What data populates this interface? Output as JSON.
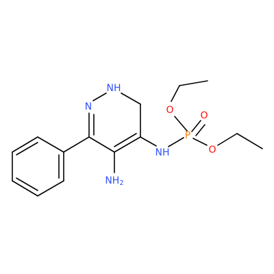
{
  "molecule": {
    "colors": {
      "carbon": "#000000",
      "nitrogen": "#3050F8",
      "oxygen": "#FF0D0D",
      "phosphorus": "#FF8000"
    },
    "atoms": {
      "nh_ring": {
        "text": "NH",
        "element": "N"
      },
      "n_ring": {
        "text": "N",
        "element": "N"
      },
      "nh_amide": {
        "text": "NH",
        "element": "N"
      },
      "nh2": {
        "text": "NH",
        "sub": "2",
        "element": "N"
      },
      "p": {
        "text": "P",
        "element": "P"
      },
      "o_upper": {
        "text": "O",
        "element": "O"
      },
      "o_double": {
        "text": "O",
        "element": "O"
      },
      "o_right": {
        "text": "O",
        "element": "O"
      }
    }
  }
}
